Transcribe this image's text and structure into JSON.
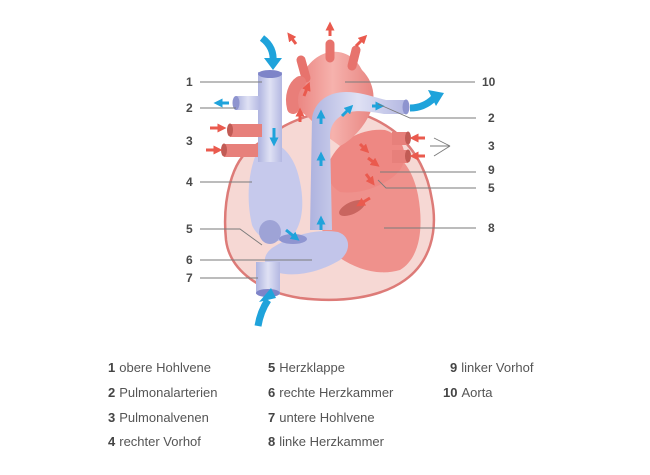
{
  "diagram": {
    "callouts": {
      "l1": "1",
      "l2": "2",
      "l3": "3",
      "l4": "4",
      "l5": "5",
      "l6": "6",
      "l7": "7",
      "r10": "10",
      "r2": "2",
      "r3": "3",
      "r9": "9",
      "r5": "5",
      "r8": "8"
    }
  },
  "legend": [
    {
      "num": "1",
      "label": "obere Hohlvene"
    },
    {
      "num": "2",
      "label": "Pulmonalarterien"
    },
    {
      "num": "3",
      "label": "Pulmonalvenen"
    },
    {
      "num": "4",
      "label": "rechter Vorhof"
    },
    {
      "num": "5",
      "label": "Herzklappe"
    },
    {
      "num": "6",
      "label": "rechte Herzkammer"
    },
    {
      "num": "7",
      "label": "untere Hohlvene"
    },
    {
      "num": "8",
      "label": "linke Herzkammer"
    },
    {
      "num": "9",
      "label": "linker Vorhof"
    },
    {
      "num": "10",
      "label": "Aorta"
    }
  ],
  "colors": {
    "oxygen_poor": "#c9cdea",
    "oxygen_rich": "#ee8e8a",
    "arrow_blue": "#1fa3db",
    "arrow_red": "#ea5a4e",
    "pericardium": "#f5d7d3"
  }
}
